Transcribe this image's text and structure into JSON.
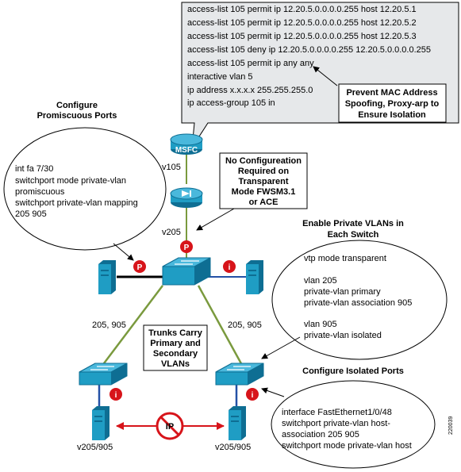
{
  "acl_box": {
    "lines": [
      "access-list 105 permit ip 12.20.5.0.0.0.0.255 host 12.20.5.1",
      "access-list 105 permit ip 12.20.5.0.0.0.0.255 host 12.20.5.2",
      "access-list 105 permit ip 12.20.5.0.0.0.0.255 host 12.20.5.3",
      "access-list 105 deny ip 12.20.5.0.0.0.0.255 12.20.5.0.0.0.0.255",
      "access-list 105 permit ip any any",
      "",
      "interactive vlan 5",
      "ip address x.x.x.x 255.255.255.0",
      "ip access-group 105 in"
    ]
  },
  "callouts": {
    "prevent_mac": [
      "Prevent MAC Address",
      "Spoofing, Proxy-arp to",
      "Ensure Isolation"
    ],
    "no_config": [
      "No Configureation",
      "Required on",
      "Transparent",
      "Mode FWSM3.1",
      "or ACE"
    ],
    "trunks": [
      "Trunks Carry",
      "Primary and",
      "Secondary",
      "VLANs"
    ]
  },
  "headings": {
    "promiscuous": [
      "Configure",
      "Promiscuous Ports"
    ],
    "enable_pvlan": [
      "Enable Private VLANs in",
      "Each Switch"
    ],
    "isolated": [
      "Configure Isolated Ports"
    ]
  },
  "bubbles": {
    "promiscuous": [
      "int fa 7/30",
      "switchport mode private-vlan",
      "promiscuous",
      "switchport private-vlan mapping",
      "205 905"
    ],
    "enable_pvlan": [
      "vtp mode transparent",
      "",
      "vlan 205",
      " private-vlan primary",
      " private-vlan association 905",
      "",
      "vlan 905",
      " private-vlan isolated"
    ],
    "isolated": [
      "interface FastEthernet1/0/48",
      " switchport private-vlan host-",
      "association 205 905",
      " switchport mode private-vlan host"
    ]
  },
  "labels": {
    "msfc": "MSFC",
    "v105": "v105",
    "v205": "v205",
    "trunk_left": "205, 905",
    "trunk_right": "205, 905",
    "host_left": "v205/905",
    "host_right": "v205/905",
    "ip": "IP",
    "badge_p": "P",
    "badge_i": "i",
    "figure_id": "220039"
  },
  "colors": {
    "acl_fill": "#e6e8ea",
    "device_blue": "#1f9dc4",
    "device_dark": "#0e6e93",
    "badge_red": "#d7141a",
    "trunk_green": "#7a9a3e",
    "link_blue": "#2451a6",
    "arrow_red": "#d7141a"
  }
}
